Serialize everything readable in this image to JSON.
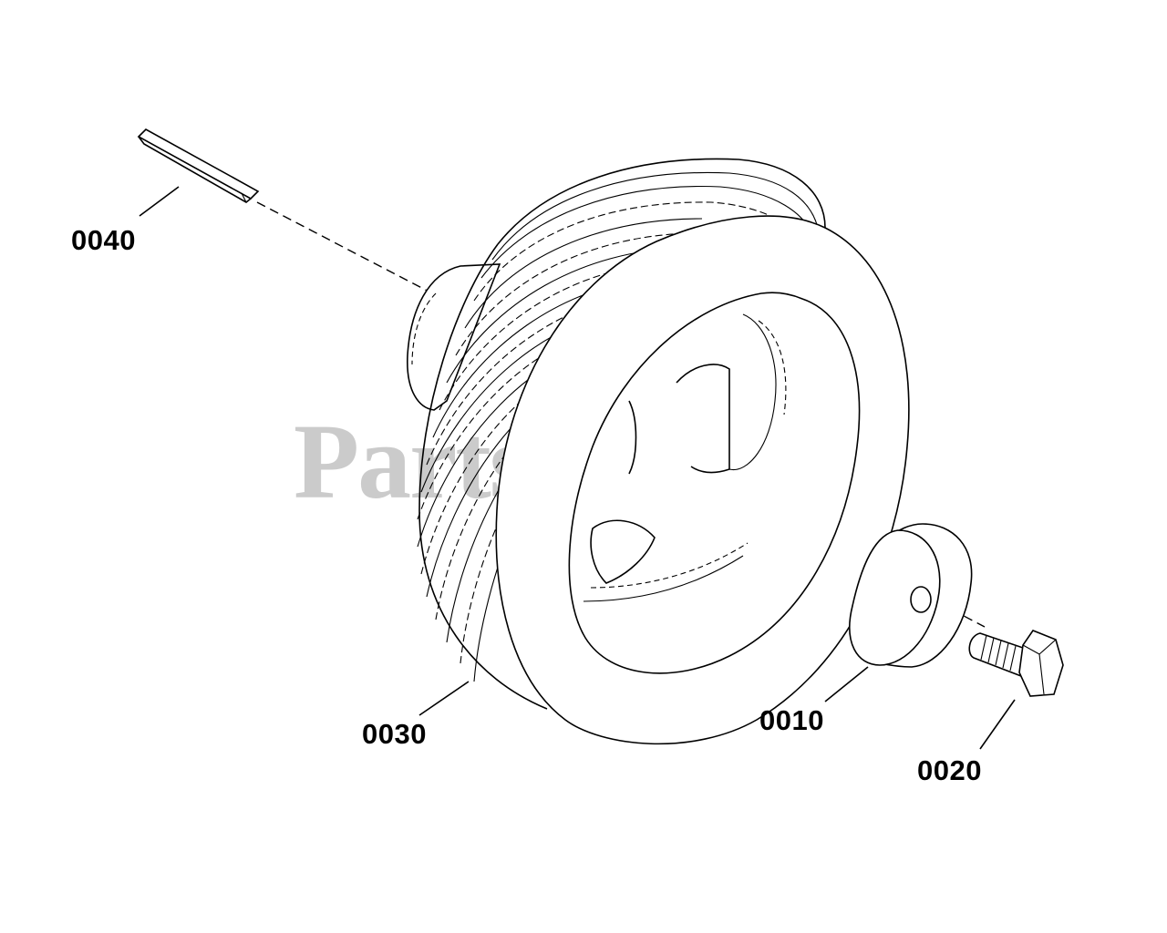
{
  "parts": [
    {
      "id": "0040",
      "label": "0040"
    },
    {
      "id": "0030",
      "label": "0030"
    },
    {
      "id": "0010",
      "label": "0010"
    },
    {
      "id": "0020",
      "label": "0020"
    }
  ],
  "watermark": {
    "text": "PartsTree",
    "trademark": "™"
  }
}
